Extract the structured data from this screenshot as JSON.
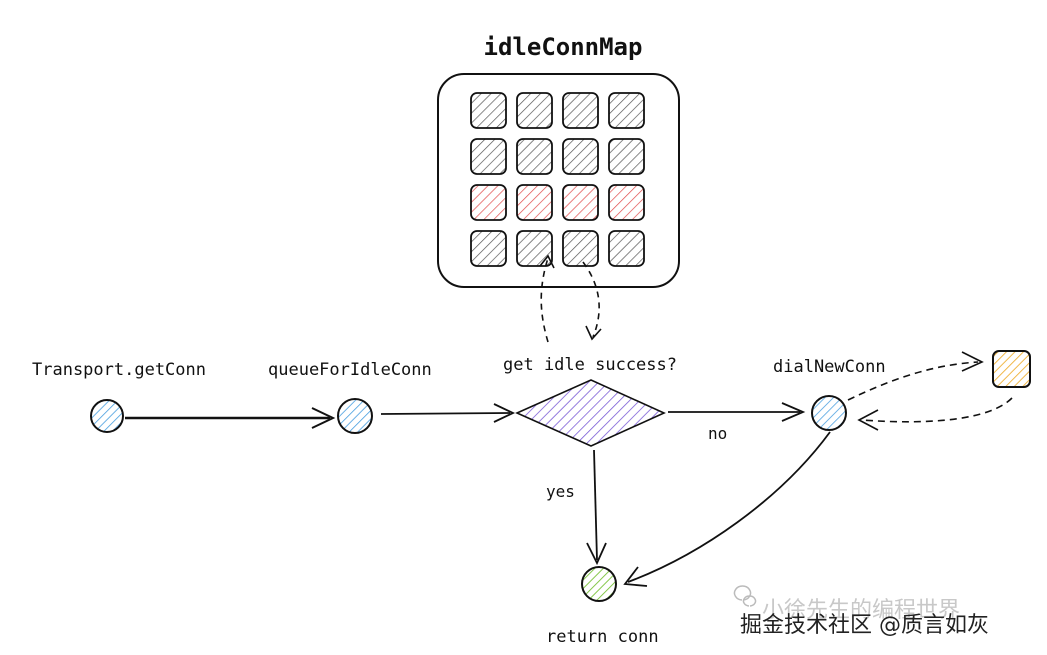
{
  "map": {
    "title": "idleConnMap",
    "rows": [
      [
        "gray",
        "gray",
        "gray",
        "gray"
      ],
      [
        "gray",
        "gray",
        "gray",
        "gray"
      ],
      [
        "red",
        "red",
        "red",
        "red"
      ],
      [
        "gray",
        "gray",
        "gray",
        "gray"
      ]
    ]
  },
  "nodes": {
    "get_conn": "Transport.getConn",
    "queue": "queueForIdleConn",
    "decision": "get idle success?",
    "dial": "dialNewConn",
    "return": "return conn"
  },
  "edges": {
    "no_label": "no",
    "yes_label": "yes"
  },
  "watermark": {
    "line1": "小徐先生的编程世界",
    "line2": "掘金技术社区 @质言如灰"
  },
  "colors": {
    "blue": "#4a9fe0",
    "purple": "#7a5cd6",
    "green": "#7ac23a",
    "orange": "#f0b23a",
    "red": "#e04a4a",
    "gray": "#555555"
  }
}
